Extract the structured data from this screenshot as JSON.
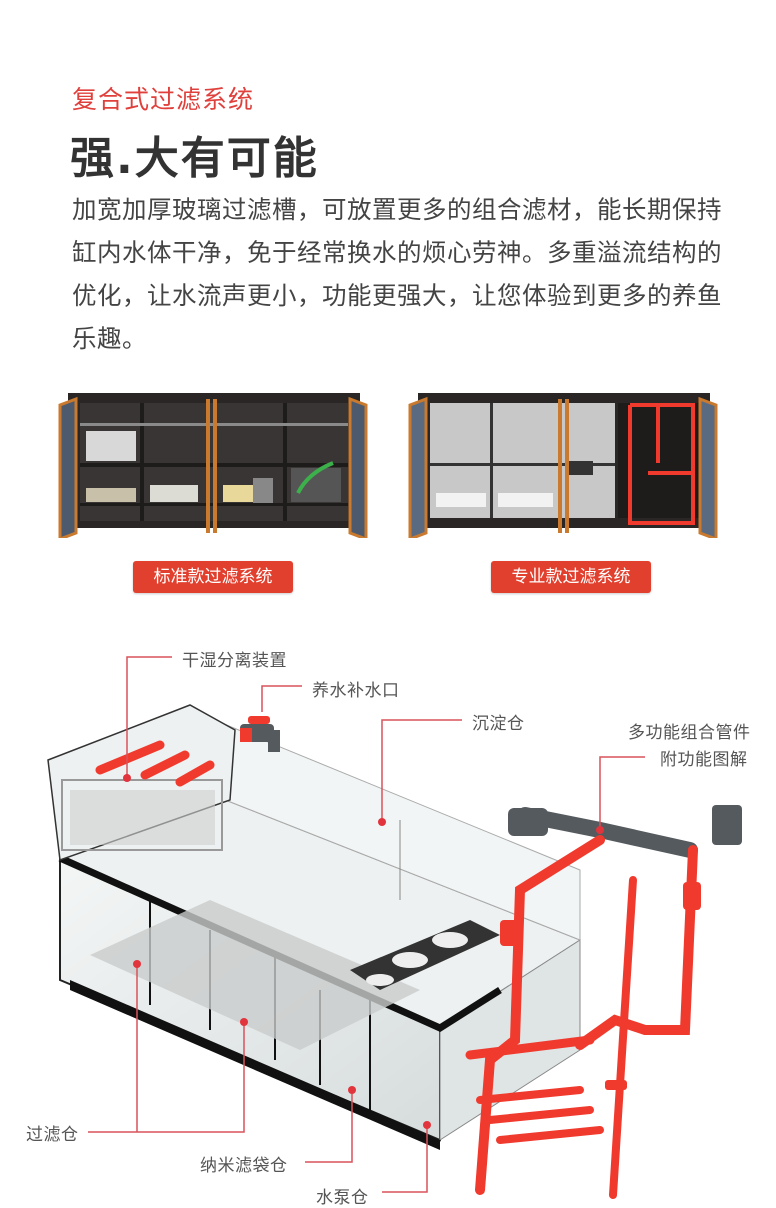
{
  "header": {
    "subtitle": "复合式过滤系统",
    "headline": "强.大有可能",
    "body": "加宽加厚玻璃过滤槽，可放置更多的组合滤材，能长期保持缸内水体干净，免于经常换水的烦心劳神。多重溢流结构的优化，让水流声更小，功能更强大，让您体验到更多的养鱼乐趣。"
  },
  "products": [
    {
      "label": "标准款过滤系统"
    },
    {
      "label": "专业款过滤系统"
    }
  ],
  "diagram": {
    "callouts": {
      "dry_wet_separator": "干湿分离装置",
      "water_inlet": "养水补水口",
      "sediment_chamber": "沉淀仓",
      "pipe_kit_line1": "多功能组合管件",
      "pipe_kit_line2": "附功能图解",
      "filter_chamber": "过滤仓",
      "nano_bag_chamber": "纳米滤袋仓",
      "pump_chamber": "水泵仓"
    }
  },
  "colors": {
    "accent_red": "#e0403c",
    "chip_red": "#e2402e",
    "pipe_red": "#f03a2e",
    "pipe_gray": "#555a5e",
    "cabinet_wood": "#c97a2e",
    "cabinet_dark": "#2a2626"
  }
}
